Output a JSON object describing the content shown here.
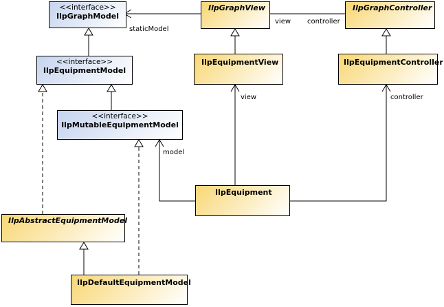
{
  "stereotype": "<<interface>>",
  "classes": {
    "graph_model": "IlpGraphModel",
    "equipment_model": "IlpEquipmentModel",
    "mutable_equipment_model": "IlpMutableEquipmentModel",
    "graph_view": "IlpGraphView",
    "graph_controller": "IlpGraphController",
    "equipment_view": "IlpEquipmentView",
    "equipment_controller": "IlpEquipmentController",
    "equipment": "IlpEquipment",
    "abstract_equipment_model": "IlpAbstractEquipmentModel",
    "default_equipment_model": "IlpDefaultEquipmentModel"
  },
  "labels": {
    "static_model": "staticModel",
    "view_top": "view",
    "controller_top": "controller",
    "view": "view",
    "controller": "controller",
    "model": "model"
  }
}
